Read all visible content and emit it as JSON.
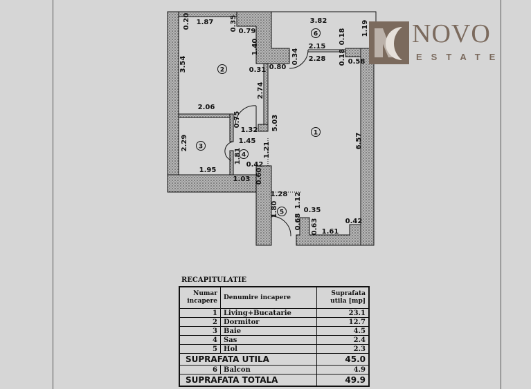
{
  "logo": {
    "word": "NOVO",
    "sub": "ESTATE",
    "color": "#7b6a5d"
  },
  "plan": {
    "dimensions": [
      "0.20",
      "1.87",
      "0.35",
      "0.79",
      "3.82",
      "1.19",
      "1.40",
      "2.15",
      "0.18",
      "2.28",
      "0.18",
      "0.58",
      "0.34",
      "0.80",
      "0.31",
      "3.54",
      "2.74",
      "2.06",
      "0.75",
      "1.32",
      "5.03",
      "6.57",
      "1.45",
      "2.29",
      "1.81",
      "1.21",
      "0.42",
      "0.60",
      "1.95",
      "1.03",
      "1.28",
      "1.12",
      "1.80",
      "0.35",
      "0.68",
      "0.63",
      "1.61",
      "0.42"
    ],
    "room_numbers": [
      "1",
      "2",
      "3",
      "4",
      "5",
      "6"
    ],
    "wall_color": "#9a9a9a"
  },
  "recap": {
    "title": "RECAPITULATIE",
    "headers": [
      "Numar incapere",
      "Denumire incapere",
      "Suprafata utila [mp]"
    ],
    "rows": [
      {
        "nr": "1",
        "name": "Living+Bucatarie",
        "area": "23.1"
      },
      {
        "nr": "2",
        "name": "Dormitor",
        "area": "12.7"
      },
      {
        "nr": "3",
        "name": "Baie",
        "area": "4.5"
      },
      {
        "nr": "4",
        "name": "Sas",
        "area": "2.4"
      },
      {
        "nr": "5",
        "name": "Hol",
        "area": "2.3"
      }
    ],
    "util_label": "SUPRAFATA  UTILA",
    "util_value": "45.0",
    "balcony": {
      "nr": "6",
      "name": "Balcon",
      "area": "4.9"
    },
    "total_label": "SUPRAFATA  TOTALA",
    "total_value": "49.9"
  }
}
